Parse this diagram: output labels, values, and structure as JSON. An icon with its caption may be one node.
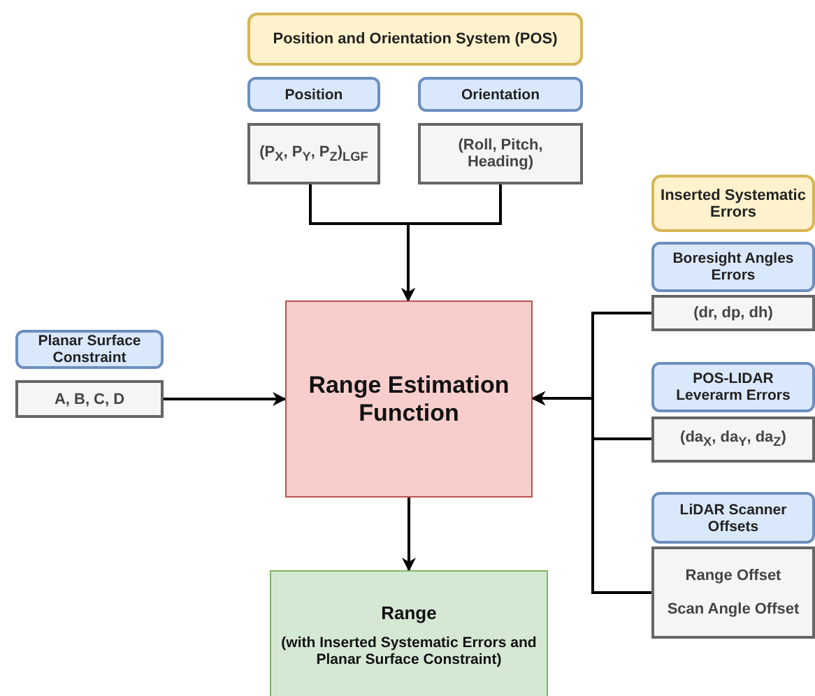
{
  "diagram": {
    "nodes": [
      {
        "text": [
          "Position and Orientation System (POS)"
        ]
      },
      {
        "text": [
          "Position"
        ]
      },
      {
        "text": [
          "(P$_{X}$, P$_{Y}$, P$_{Z}$)$_{LGF}$"
        ]
      },
      {
        "text": [
          "Orientation"
        ]
      },
      {
        "text": [
          "(Roll, Pitch, Heading)"
        ]
      },
      {
        "text": [
          "Planar Surface Constraint"
        ]
      },
      {
        "text": [
          "A, B, C, D"
        ]
      },
      {
        "text": [
          "Range Estimation Function"
        ]
      },
      {
        "text": [
          "Inserted Systematic Errors"
        ]
      },
      {
        "text": [
          "Boresight Angles Errors"
        ]
      },
      {
        "text": [
          "(dr, dp, dh)"
        ]
      },
      {
        "text": [
          "POS-LIDAR Leverarm Errors"
        ]
      },
      {
        "text": [
          "(da$_{X}$, da$_{Y}$, da$_{Z}$)"
        ]
      },
      {
        "text": [
          "LiDAR Scanner Offsets"
        ]
      },
      {
        "text": [
          "Range Offset",
          "Scan Angle Offset"
        ]
      },
      {
        "text": [
          "Range",
          "(with Inserted Systematic Errors and Planar Surface Constraint)"
        ]
      }
    ],
    "edges": [
      {
        "from": 2,
        "to": 7,
        "arrow": "to"
      },
      {
        "from": 4,
        "to": 7,
        "arrow": "to"
      },
      {
        "from": 6,
        "to": 7,
        "arrow": "to"
      },
      {
        "from": 10,
        "to": 7,
        "arrow": "to"
      },
      {
        "from": 12,
        "to": 7,
        "arrow": "to"
      },
      {
        "from": 14,
        "to": 7,
        "arrow": "to"
      },
      {
        "from": 7,
        "to": 15,
        "arrow": "to"
      }
    ]
  }
}
